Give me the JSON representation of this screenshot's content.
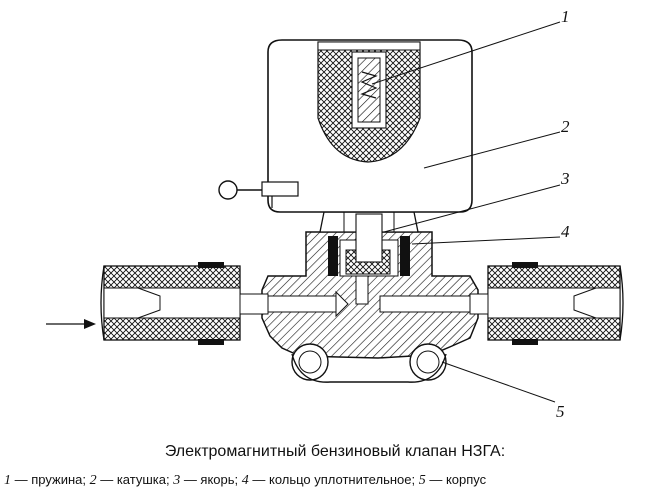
{
  "callouts": [
    {
      "id": "1",
      "text": "1"
    },
    {
      "id": "2",
      "text": "2"
    },
    {
      "id": "3",
      "text": "3"
    },
    {
      "id": "4",
      "text": "4"
    },
    {
      "id": "5",
      "text": "5"
    }
  ],
  "caption": {
    "title": "Электромагнитный бензиновый клапан НЗГА:",
    "legend": [
      {
        "num": "1",
        "text": " — пружина; "
      },
      {
        "num": "2",
        "text": " — катушка; "
      },
      {
        "num": "3",
        "text": " — якорь; "
      },
      {
        "num": "4",
        "text": " — кольцо уплотнительное; "
      },
      {
        "num": "5",
        "text": " — корпус"
      }
    ]
  }
}
